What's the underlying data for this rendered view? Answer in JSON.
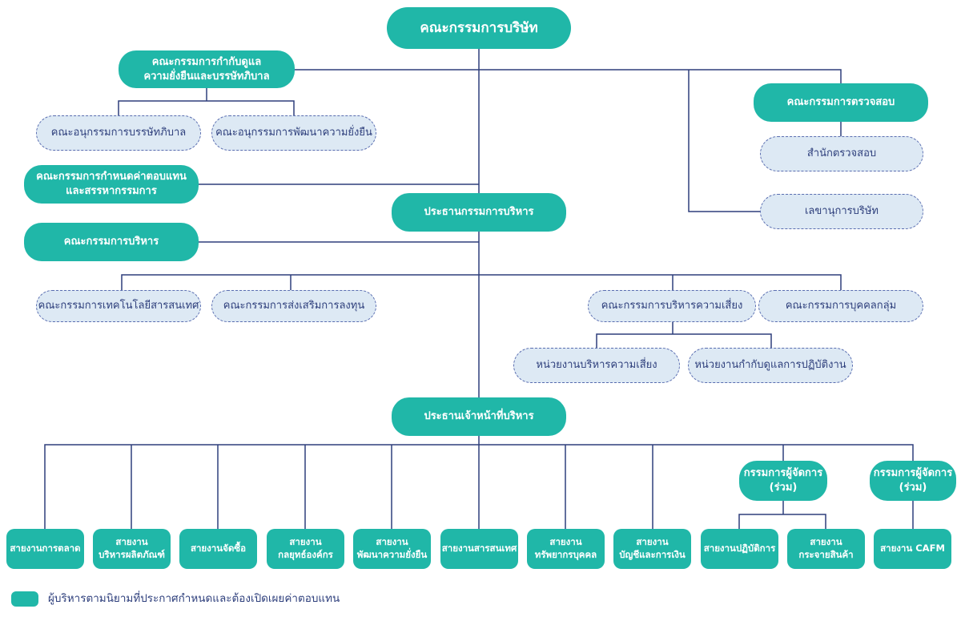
{
  "board": "คณะกรรมการบริษัท",
  "governance_committee": "คณะกรรมการกำกับดูแล\nความยั่งยืนและบรรษัทภิบาล",
  "cg_subcommittee": "คณะอนุกรรมการบรรษัทภิบาล",
  "sd_subcommittee": "คณะอนุกรรมการพัฒนาความยั่งยืน",
  "remuneration_committee": "คณะกรรมการกำหนดค่าตอบแทน\nและสรรหากรรมการ",
  "audit_committee": "คณะกรรมการตรวจสอบ",
  "internal_audit": "สำนักตรวจสอบ",
  "company_secretary": "เลขานุการบริษัท",
  "executive_chairman": "ประธานกรรมการบริหาร",
  "executive_committee": "คณะกรรมการบริหาร",
  "it_committee": "คณะกรรมการเทคโนโลยีสารสนเทศ",
  "investment_committee": "คณะกรรมการส่งเสริมการลงทุน",
  "risk_committee": "คณะกรรมการบริหารความเสี่ยง",
  "hr_committee": "คณะกรรมการบุคคลกลุ่ม",
  "risk_unit": "หน่วยงานบริหารความเสี่ยง",
  "compliance_unit": "หน่วยงานกำกับดูแลการปฏิบัติงาน",
  "ceo": "ประธานเจ้าหน้าที่บริหาร",
  "md_joint_1": "กรรมการผู้จัดการ\n(ร่วม)",
  "md_joint_2": "กรรมการผู้จัดการ\n(ร่วม)",
  "divisions": [
    "สายงานการตลาด",
    "สายงาน\nบริหารผลิตภัณฑ์",
    "สายงานจัดซื้อ",
    "สายงาน\nกลยุทธ์องค์กร",
    "สายงาน\nพัฒนาความยั่งยืน",
    "สายงานสารสนเทศ",
    "สายงาน\nทรัพยากรบุคคล",
    "สายงาน\nบัญชีและการเงิน",
    "สายงานปฏิบัติการ",
    "สายงาน\nกระจายสินค้า",
    "สายงาน CAFM"
  ],
  "legend": "ผู้บริหารตามนิยามที่ประกาศกำหนดและต้องเปิดเผยค่าตอบแทน",
  "colors": {
    "primary": "#20b7a8",
    "dashed_fill": "#dde9f4",
    "line": "#2e3f7c"
  }
}
